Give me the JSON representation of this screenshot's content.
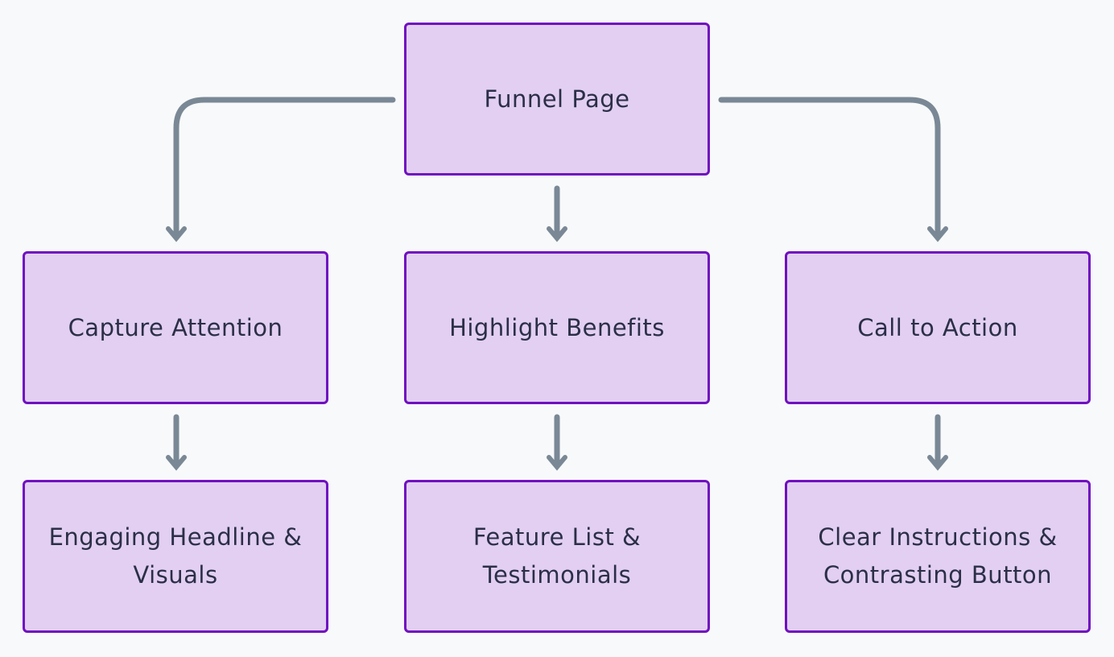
{
  "diagram": {
    "nodes": {
      "root": {
        "lines": [
          "Funnel Page"
        ]
      },
      "capture": {
        "lines": [
          "Capture Attention"
        ]
      },
      "benefits": {
        "lines": [
          "Highlight Benefits"
        ]
      },
      "cta": {
        "lines": [
          "Call to Action"
        ]
      },
      "headline": {
        "lines": [
          "Engaging Headline &",
          "Visuals"
        ]
      },
      "features": {
        "lines": [
          "Feature List &",
          "Testimonials"
        ]
      },
      "instructions": {
        "lines": [
          "Clear Instructions &",
          "Contrasting Button"
        ]
      }
    },
    "edges": [
      {
        "from": "root",
        "to": "capture"
      },
      {
        "from": "root",
        "to": "benefits"
      },
      {
        "from": "root",
        "to": "cta"
      },
      {
        "from": "capture",
        "to": "headline"
      },
      {
        "from": "benefits",
        "to": "features"
      },
      {
        "from": "cta",
        "to": "instructions"
      }
    ],
    "colors": {
      "background": "#f8f9fa",
      "node_fill": "#e2cff2",
      "node_border": "#7010c0",
      "node_text": "#2b2f47",
      "edge": "#7a8896"
    }
  }
}
